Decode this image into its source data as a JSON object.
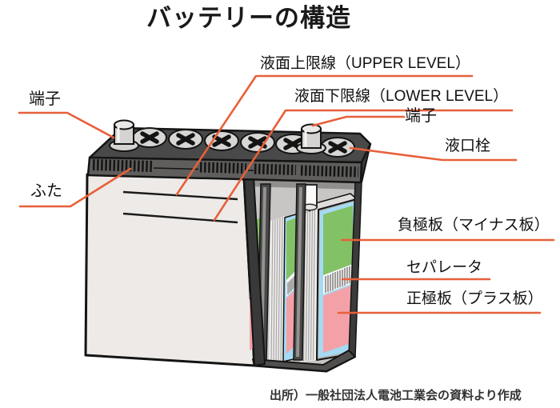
{
  "title": "バッテリーの構造",
  "source_note": "出所）一般社団法人電池工業会の資料より作成",
  "labels": {
    "terminal_left": "端子",
    "lid": "ふた",
    "upper_level": "液面上限線（UPPER LEVEL）",
    "lower_level": "液面下限線（LOWER LEVEL）",
    "terminal_right": "端子",
    "filler_plug": "液口栓",
    "negative_plate": "負極板（マイナス板）",
    "separator": "セパレータ",
    "positive_plate": "正極板（プラス板）"
  },
  "colors": {
    "leader_line": "#e8603a",
    "lid_gray": "#4a4949",
    "body_gray": "#edeae7",
    "negative_plate_green": "#83c166",
    "positive_plate_pink": "#f3a1a7",
    "separator_blue": "#a5daf3"
  }
}
